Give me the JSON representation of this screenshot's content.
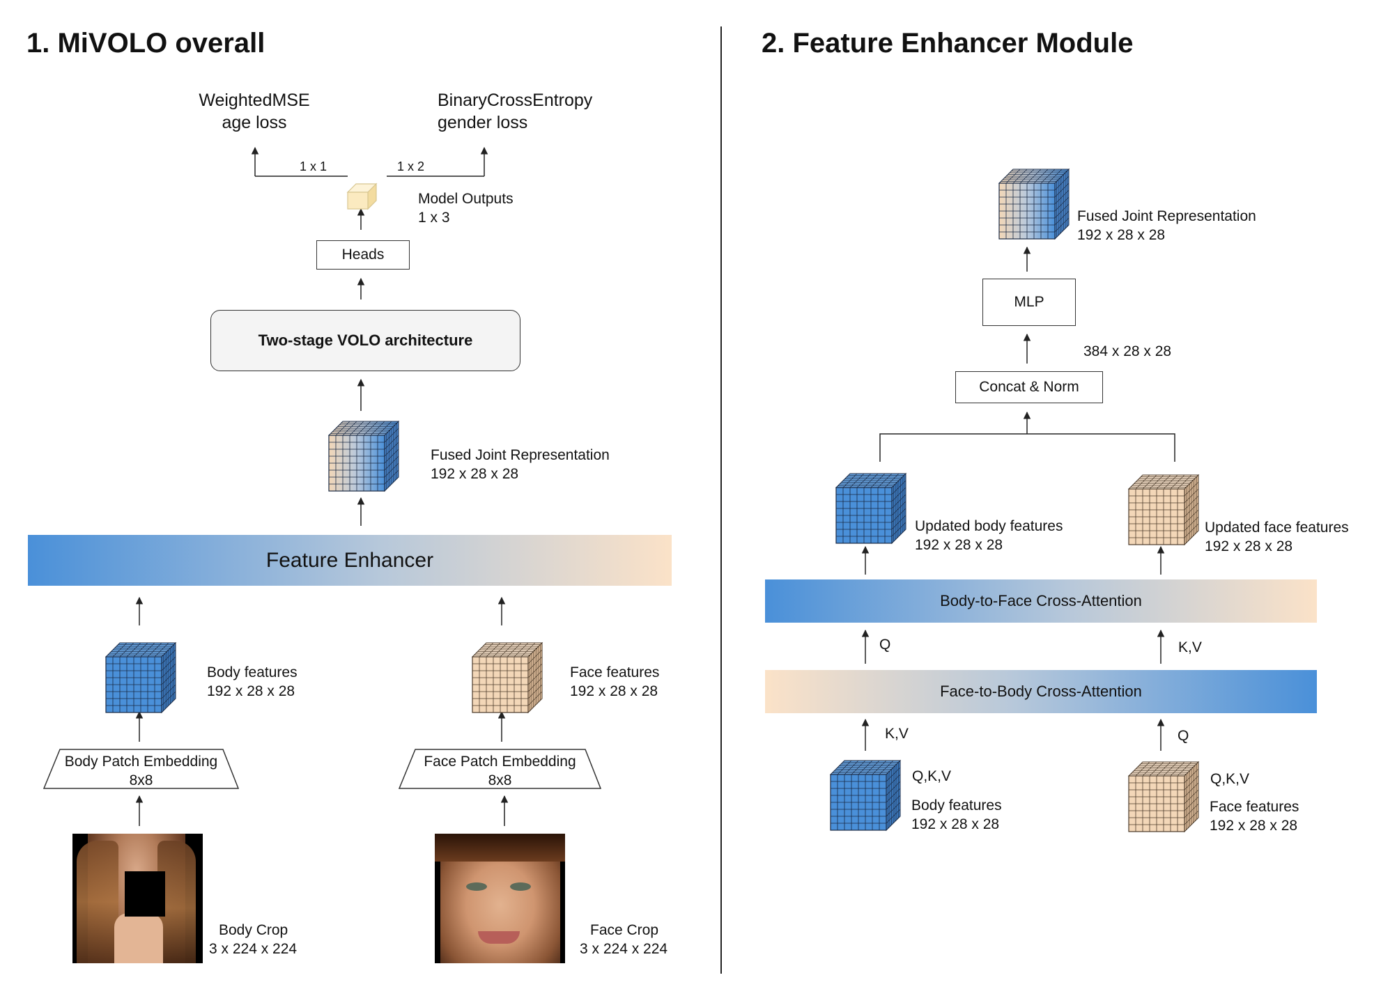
{
  "left": {
    "title": "1. MiVOLO overall",
    "age_loss": [
      "WeightedMSE",
      "age loss"
    ],
    "gender_loss": [
      "BinaryCrossEntropy",
      "gender loss"
    ],
    "age_dim": "1 x 1",
    "gender_dim": "1 x 2",
    "model_outputs": [
      "Model Outputs",
      "1 x 3"
    ],
    "heads": "Heads",
    "volo": "Two-stage VOLO architecture",
    "fused": [
      "Fused Joint Representation",
      "192 x 28 x 28"
    ],
    "feature_enhancer": "Feature Enhancer",
    "body_features": [
      "Body features",
      "192 x 28 x 28"
    ],
    "face_features": [
      "Face features",
      "192 x 28 x 28"
    ],
    "body_patch": [
      "Body Patch Embedding",
      "8x8"
    ],
    "face_patch": [
      "Face Patch Embedding",
      "8x8"
    ],
    "body_crop": [
      "Body Crop",
      "3 x 224 x 224"
    ],
    "face_crop": [
      "Face Crop",
      "3 x 224 x 224"
    ]
  },
  "right": {
    "title": "2. Feature Enhancer Module",
    "fused": [
      "Fused Joint Representation",
      "192 x 28 x 28"
    ],
    "mlp": "MLP",
    "concat_dim": "384 x 28 x 28",
    "concat": "Concat & Norm",
    "updated_body": [
      "Updated body features",
      "192 x 28 x 28"
    ],
    "updated_face": [
      "Updated face features",
      "192 x 28 x 28"
    ],
    "b2f": "Body-to-Face Cross-Attention",
    "f2b": "Face-to-Body Cross-Attention",
    "q_left": "Q",
    "kv_right": "K,V",
    "kv_left": "K,V",
    "q_right": "Q",
    "qkv_body": "Q,K,V",
    "qkv_face": "Q,K,V",
    "body_features": [
      "Body features",
      "192 x 28 x 28"
    ],
    "face_features": [
      "Face features",
      "192 x 28 x 28"
    ]
  },
  "colors": {
    "blue": "#4a90d9",
    "peach": "#f3d7b8",
    "output_cube": "#fbeac0"
  }
}
